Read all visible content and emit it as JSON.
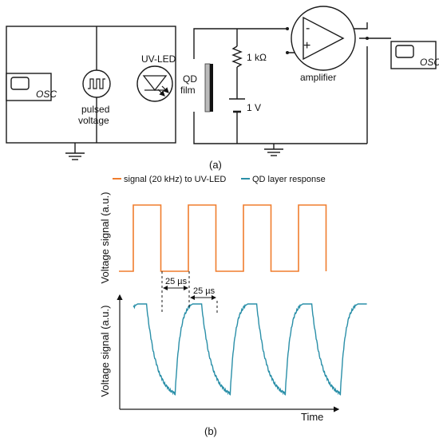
{
  "circuit_left": {
    "osc_label": "OSC",
    "source_label_line1": "pulsed",
    "source_label_line2": "voltage",
    "led_label": "UV-LED"
  },
  "circuit_right": {
    "film_label_line1": "QD",
    "film_label_line2": "film",
    "resistor_label": "1 kΩ",
    "battery_label": "1 V",
    "amp_minus": "-",
    "amp_plus": "+",
    "amp_label": "amplifier",
    "osc_label": "OSC"
  },
  "caption_a": "(a)",
  "caption_b": "(b)",
  "colors": {
    "signal": "#f07d2d",
    "response": "#2a8fa8",
    "line": "#1a1a1a"
  },
  "chart_data": [
    {
      "type": "line",
      "series": [
        {
          "name": "signal (20 kHz) to UV-LED",
          "color": "#f07d2d",
          "period_us": 50,
          "duty": 0.5,
          "cycles_shown": 4
        }
      ],
      "ylabel": "Voltage signal (a.u.)",
      "xlabel": "",
      "grid": false,
      "legend": "top"
    },
    {
      "type": "line",
      "series": [
        {
          "name": "QD layer response",
          "color": "#2a8fa8",
          "period_us": 50,
          "cycles_shown": 4
        }
      ],
      "ylabel": "Voltage signal (a.u.)",
      "xlabel": "Time",
      "grid": false,
      "annotations": [
        "25 µs",
        "25 µs"
      ]
    }
  ]
}
